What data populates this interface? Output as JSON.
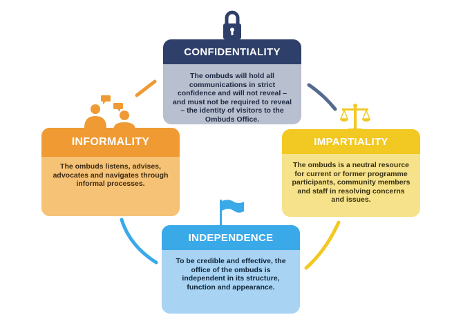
{
  "cards": {
    "confidentiality": {
      "title": "CONFIDENTIALITY",
      "text": "The ombuds will hold all communications in strict confidence and will not reveal – and must not be required to reveal – the identity of visitors to the Ombuds Office.",
      "icon": "padlock-icon",
      "color": "#2e4069"
    },
    "impartiality": {
      "title": "IMPARTIALITY",
      "text": "The ombuds is a neutral resource for current or former programme participants, community members and staff in resolving concerns and issues.",
      "icon": "scales-icon",
      "color": "#f2c822"
    },
    "informality": {
      "title": "INFORMALITY",
      "text": "The ombuds listens, advises, advocates and navigates through informal processes.",
      "icon": "people-talking-icon",
      "color": "#ef9a33"
    },
    "independence": {
      "title": "INDEPENDENCE",
      "text": "To be credible and effective, the office of the ombuds is independent in its structure, function and appearance.",
      "icon": "flag-icon",
      "color": "#3aa9e8"
    }
  }
}
